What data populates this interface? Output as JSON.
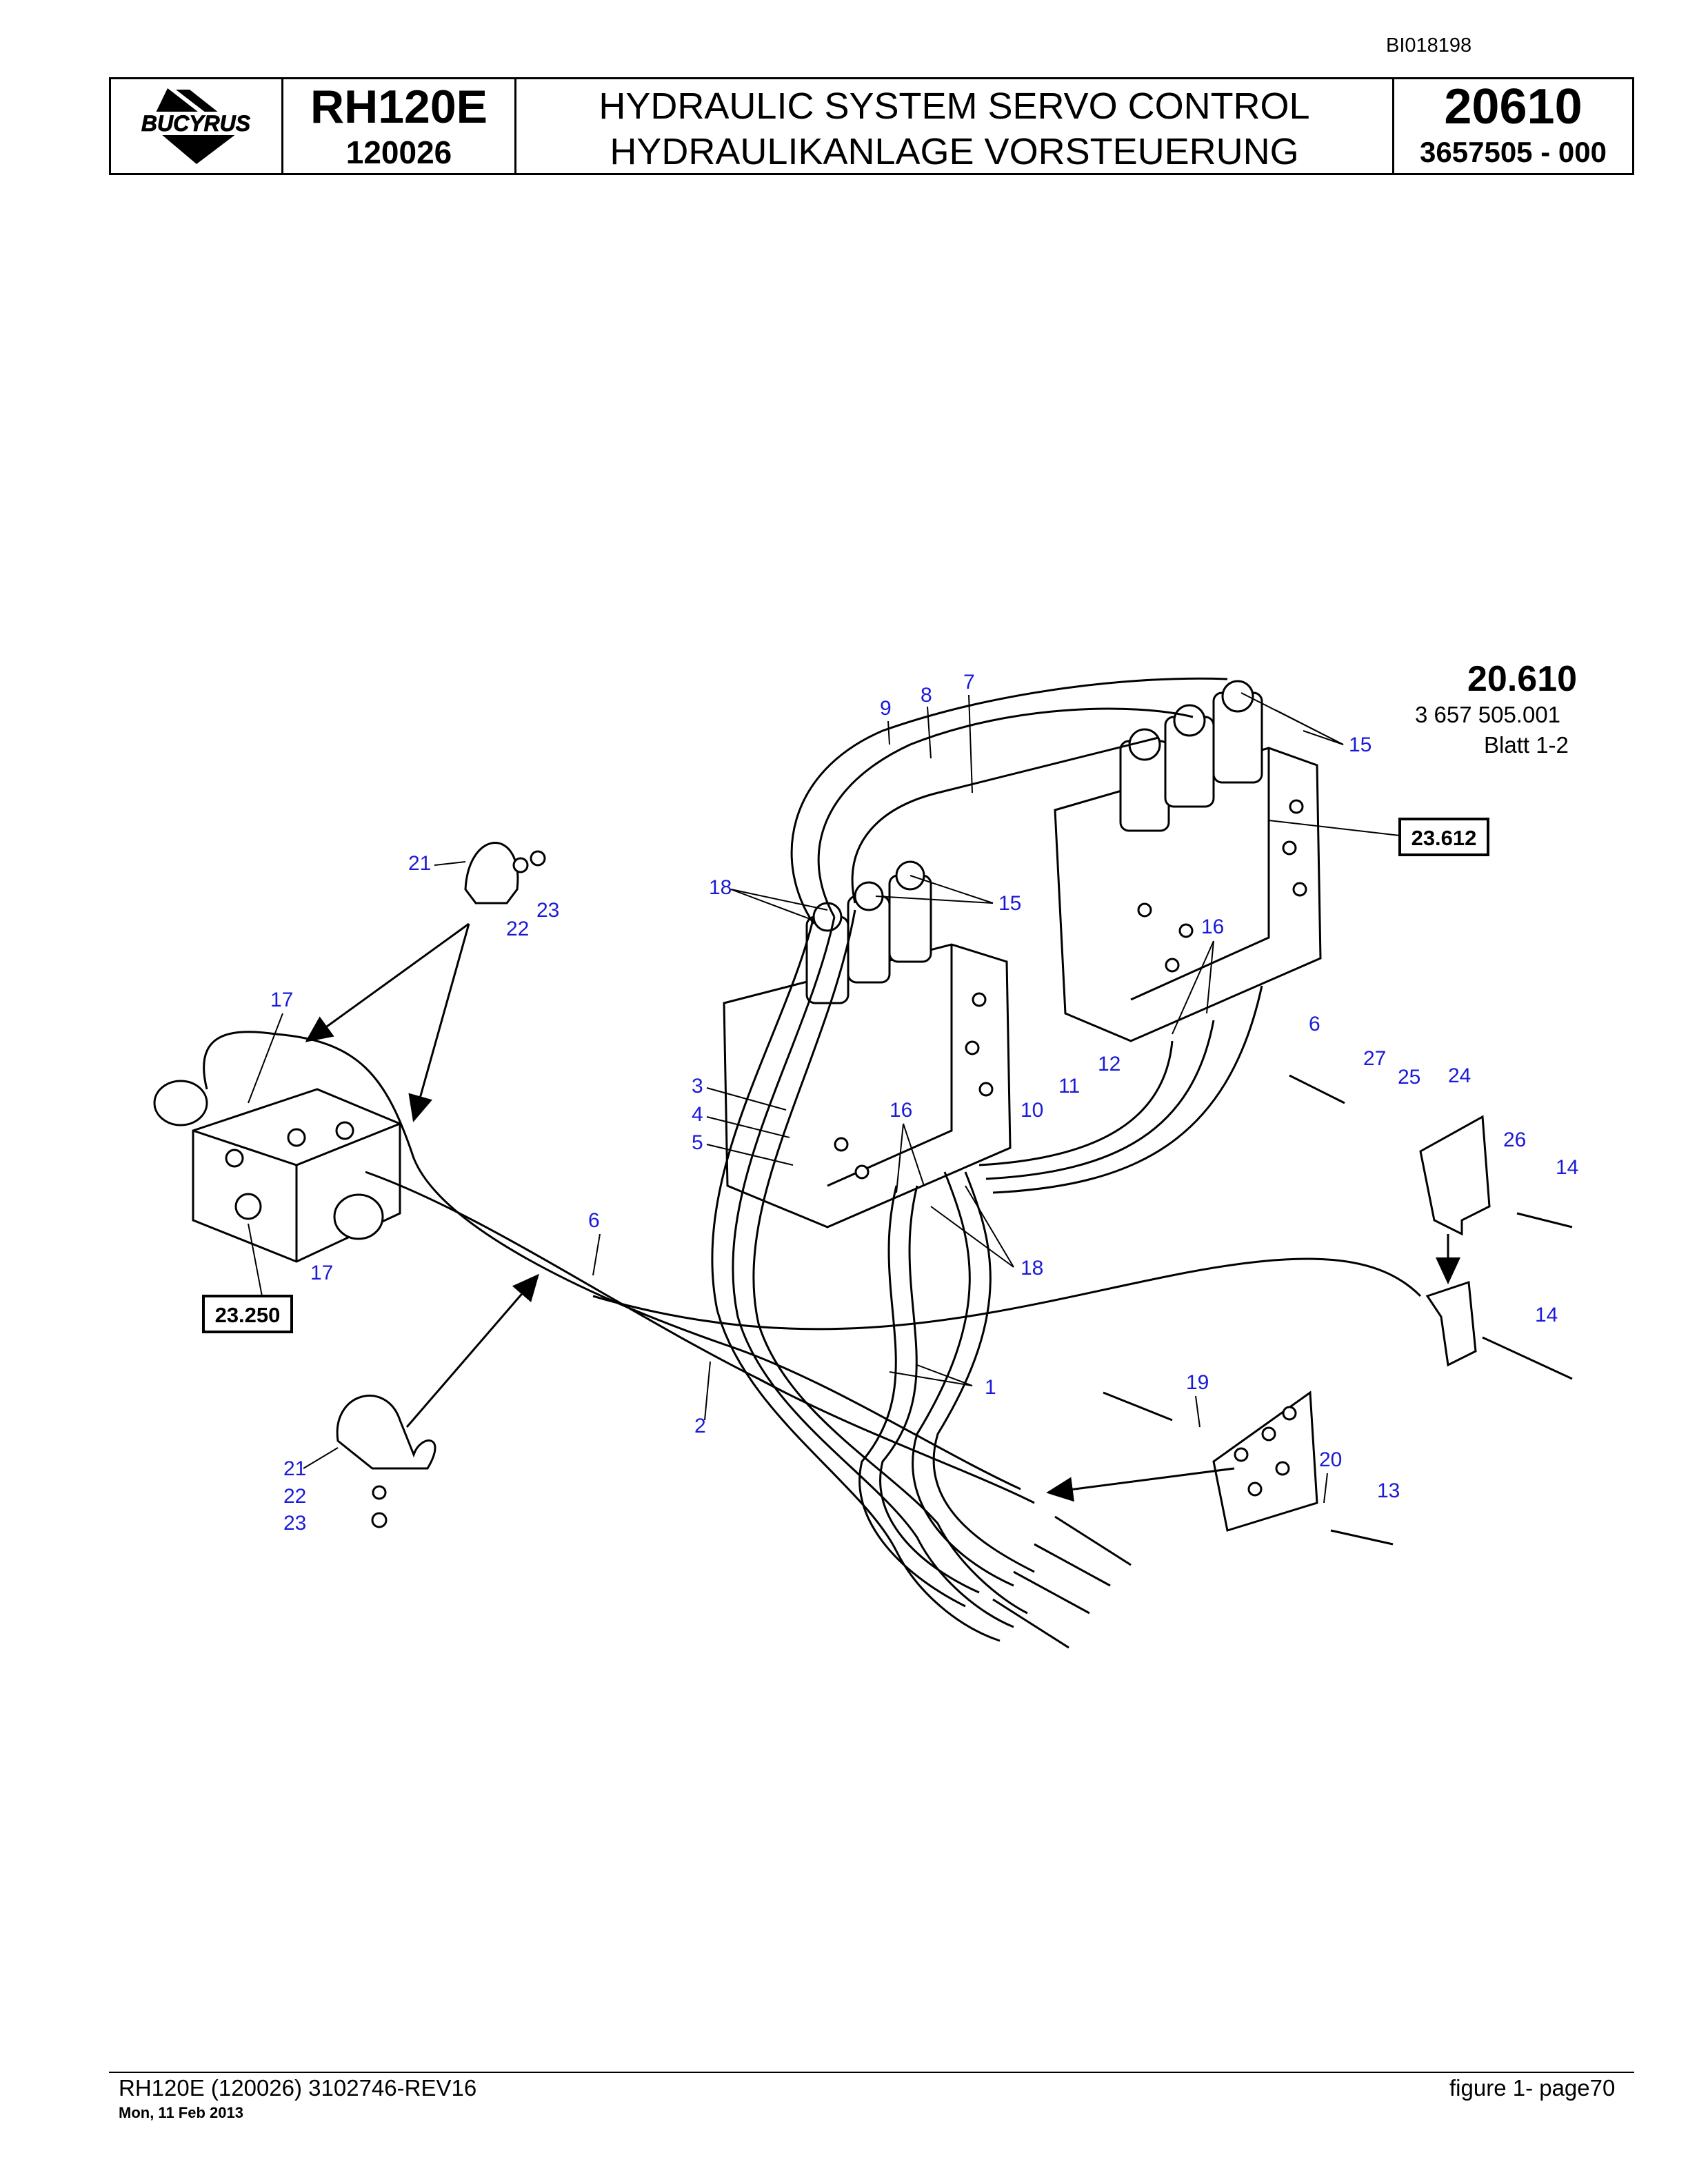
{
  "document_id": "BI018198",
  "header": {
    "logo_text": "BUCYRUS",
    "model": "RH120E",
    "serial": "120026",
    "title_en": "HYDRAULIC SYSTEM SERVO CONTROL",
    "title_de": "HYDRAULIKANLAGE VORSTEUERUNG",
    "group_number": "20610",
    "part_number": "3657505  - 000"
  },
  "figure": {
    "number": "20.610",
    "part": "3 657 505.001",
    "sheet": "Blatt 1-2"
  },
  "references": [
    "23.612",
    "23.250"
  ],
  "callouts": [
    "1",
    "2",
    "3",
    "4",
    "5",
    "6",
    "7",
    "8",
    "9",
    "10",
    "11",
    "12",
    "13",
    "14",
    "15",
    "16",
    "17",
    "18",
    "19",
    "20",
    "21",
    "22",
    "23",
    "24",
    "25",
    "26",
    "27"
  ],
  "colors": {
    "callout": "#1a1ad8",
    "line": "#000000"
  },
  "footer": {
    "left": "RH120E (120026) 3102746-REV16",
    "date": "Mon, 11 Feb 2013",
    "right": "figure  1- page70"
  }
}
